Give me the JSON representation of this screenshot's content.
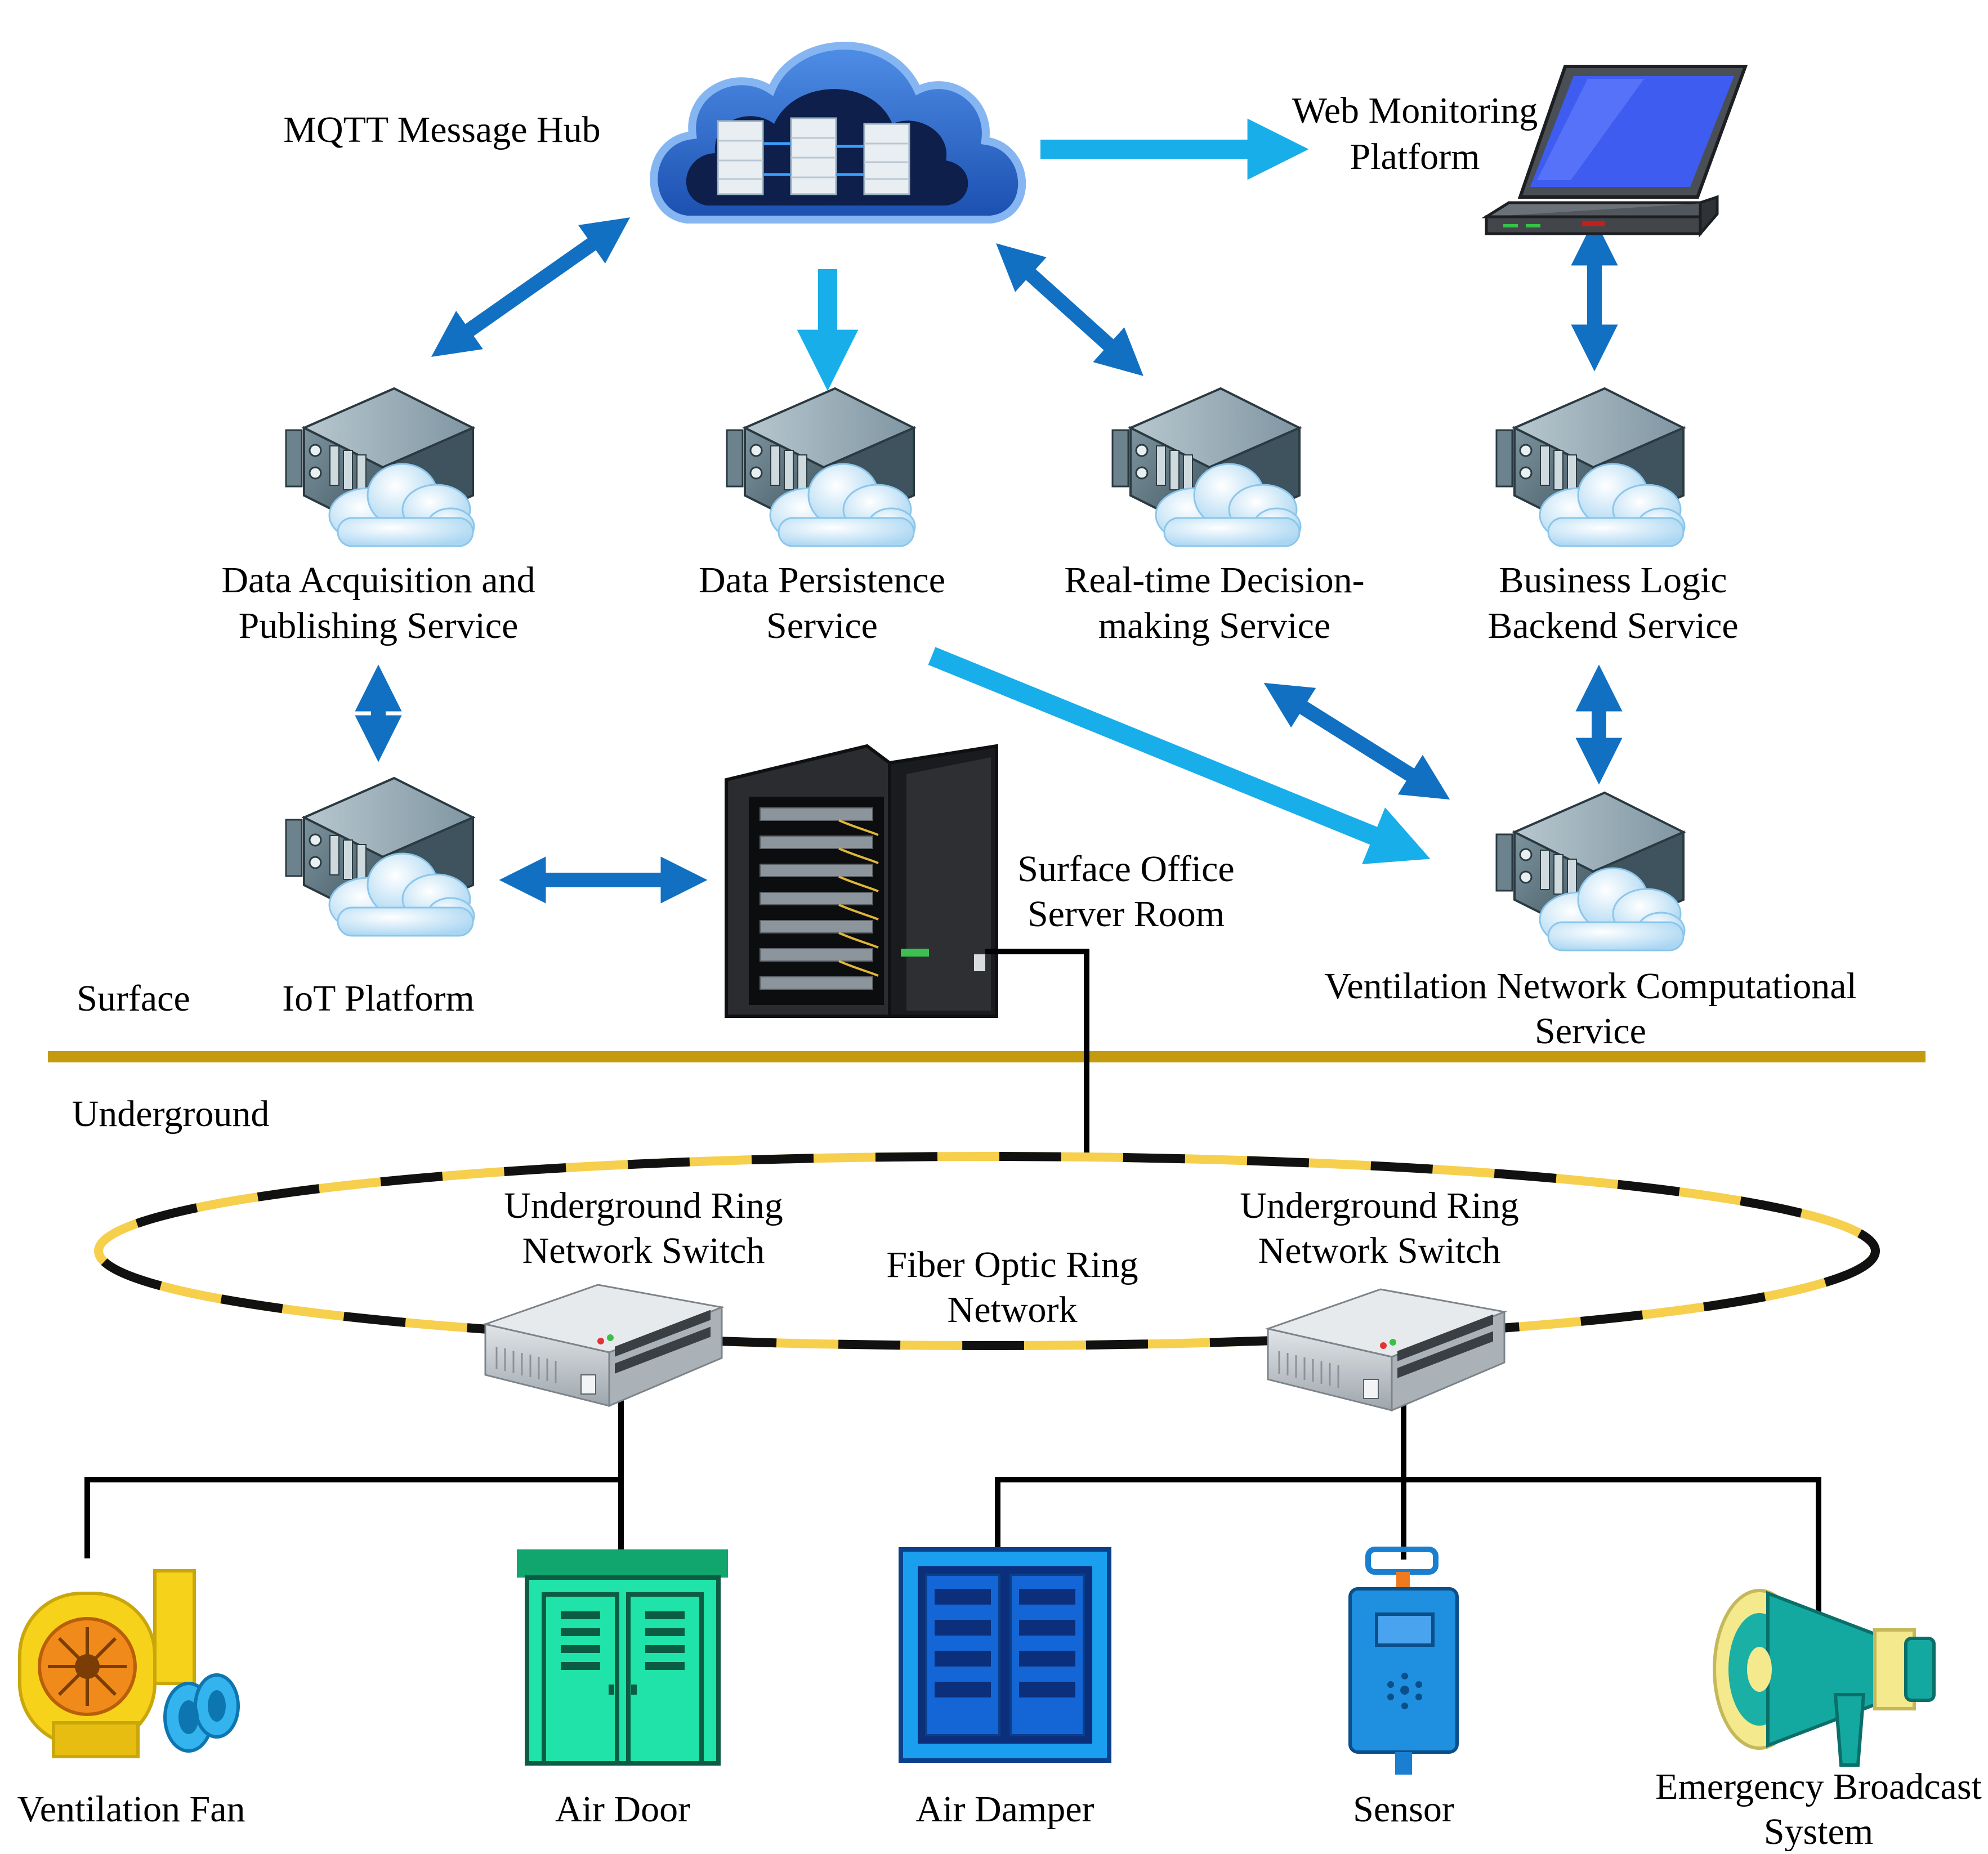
{
  "colors": {
    "arrow_dark": "#1170c2",
    "arrow_light": "#18aeea",
    "ground_line": "#c49a0f",
    "ring_yellow": "#f6cf4d",
    "ring_black": "#111111",
    "wire": "#000000",
    "cloud_outer": "#2a66c8",
    "cloud_inner": "#0d1f4a",
    "server_body": "#5e7682",
    "server_top": "#9fb3bd",
    "switch_body": "#c9ced2",
    "fan": "#f7d21a",
    "door": "#1fe3a8",
    "damper": "#1466d6",
    "sensor": "#1f8fe0",
    "megaphone": "#14a9a0"
  },
  "labels": {
    "mqtt_hub": "MQTT Message Hub",
    "web_platform_1": "Web Monitoring",
    "web_platform_2": "Platform",
    "data_acq_1": "Data Acquisition and",
    "data_acq_2": "Publishing Service",
    "data_persist_1": "Data Persistence",
    "data_persist_2": "Service",
    "realtime_1": "Real-time Decision-",
    "realtime_2": "making Service",
    "business_1": "Business Logic",
    "business_2": "Backend Service",
    "iot": "IoT Platform",
    "server_room_1": "Surface Office",
    "server_room_2": "Server Room",
    "ventnet_1": "Ventilation Network Computational",
    "ventnet_2": "Service",
    "surface": "Surface",
    "underground": "Underground",
    "switch_left_1": "Underground Ring",
    "switch_left_2": "Network Switch",
    "switch_right_1": "Underground Ring",
    "switch_right_2": "Network Switch",
    "fiber_1": "Fiber Optic Ring",
    "fiber_2": "Network",
    "fan": "Ventilation Fan",
    "door": "Air Door",
    "damper": "Air Damper",
    "sensor": "Sensor",
    "broadcast_1": "Emergency Broadcast",
    "broadcast_2": "System"
  }
}
